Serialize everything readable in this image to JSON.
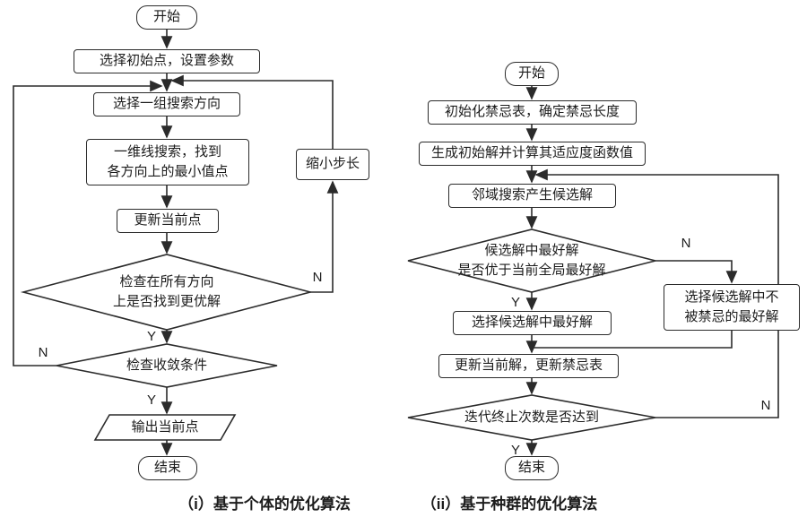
{
  "captions": {
    "left": "（i）基于个体的优化算法",
    "right": "（ii）基于种群的优化算法"
  },
  "left": {
    "start": "开始",
    "init": "选择初始点，设置参数",
    "directions": "选择一组搜索方向",
    "line_search": "一维线搜索，找到\n各方向上的最小值点",
    "update_point": "更新当前点",
    "check_better": "检查在所有方向\n上是否找到更优解",
    "check_converge": "检查收敛条件",
    "output_point": "输出当前点",
    "end": "结束",
    "shrink_step": "缩小步长",
    "label_n_right": "N",
    "label_y_mid": "Y",
    "label_n_left": "N",
    "label_y_bottom": "Y"
  },
  "right": {
    "start": "开始",
    "init_tabu": "初始化禁忌表，确定禁忌长度",
    "gen_initial": "生成初始解并计算其适应度函数值",
    "neighborhood": "邻域搜索产生候选解",
    "check_best": "候选解中最好解\n是否优于当前全局最好解",
    "select_non_tabu": "选择候选解中不\n被禁忌的最好解",
    "select_best": "选择候选解中最好解",
    "update_solution": "更新当前解，更新禁忌表",
    "check_iteration": "迭代终止次数是否达到",
    "end": "结束",
    "label_n_top": "N",
    "label_y_mid": "Y",
    "label_n_bottom": "N",
    "label_y_bottom": "Y"
  },
  "colors": {
    "stroke": "#2b2b2b",
    "fill": "#ffffff"
  }
}
